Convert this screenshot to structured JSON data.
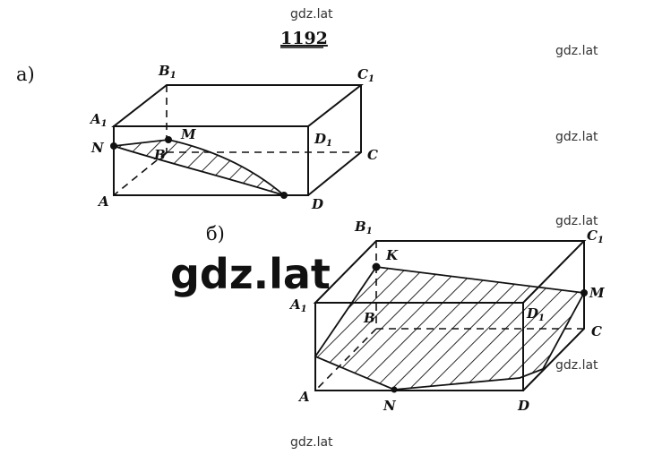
{
  "watermark": "gdz.lat",
  "watermark_big": "gdz.lat",
  "problem_number": "1192",
  "part_a": {
    "label": "а)",
    "vertices": {
      "B1": [
        "B",
        "1"
      ],
      "C1": [
        "C",
        "1"
      ],
      "A1": [
        "A",
        "1"
      ],
      "D1": [
        "D",
        "1"
      ],
      "N": [
        "N",
        ""
      ],
      "M": [
        "M",
        ""
      ],
      "B": [
        "B",
        ""
      ],
      "C": [
        "C",
        ""
      ],
      "A": [
        "A",
        ""
      ],
      "D": [
        "D",
        ""
      ]
    }
  },
  "part_b": {
    "label": "б)",
    "vertices": {
      "B1": [
        "B",
        "1"
      ],
      "C1": [
        "C",
        "1"
      ],
      "K": [
        "K",
        ""
      ],
      "M": [
        "M",
        ""
      ],
      "A1": [
        "A",
        "1"
      ],
      "B": [
        "B",
        ""
      ],
      "D1": [
        "D",
        "1"
      ],
      "C": [
        "C",
        ""
      ],
      "A": [
        "A",
        ""
      ],
      "N": [
        "N",
        ""
      ],
      "D": [
        "D",
        ""
      ]
    }
  }
}
